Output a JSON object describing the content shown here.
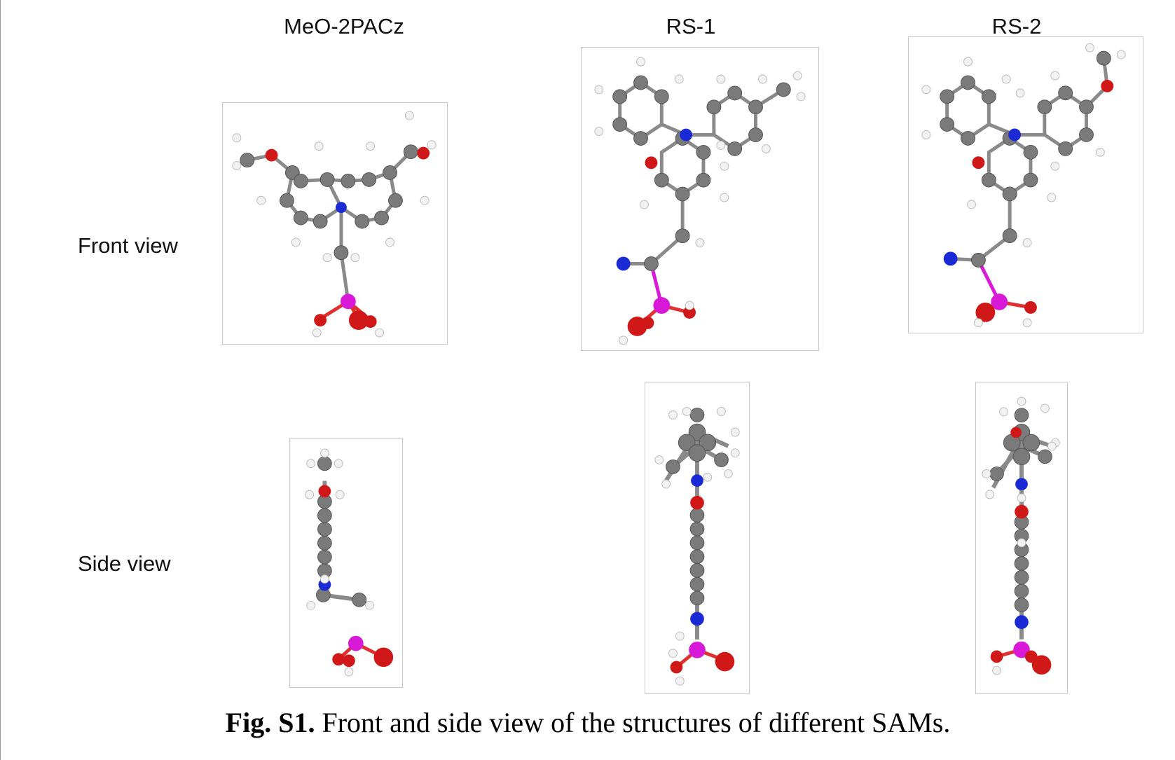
{
  "figure": {
    "columns": [
      {
        "id": "meo2pacz",
        "label": "MeO-2PACz"
      },
      {
        "id": "rs1",
        "label": "RS-1"
      },
      {
        "id": "rs2",
        "label": "RS-2"
      }
    ],
    "rows": [
      {
        "id": "front",
        "label": "Front view"
      },
      {
        "id": "side",
        "label": "Side view"
      }
    ],
    "atom_colors": {
      "carbon": "#7a7a7a",
      "hydrogen": "#f2f2f2",
      "oxygen": "#d11818",
      "nitrogen": "#1a2bd6",
      "phosphorus": "#d81ad8"
    }
  },
  "caption": {
    "label": "Fig. S1.",
    "text": " Front and side view of the structures of different SAMs."
  }
}
